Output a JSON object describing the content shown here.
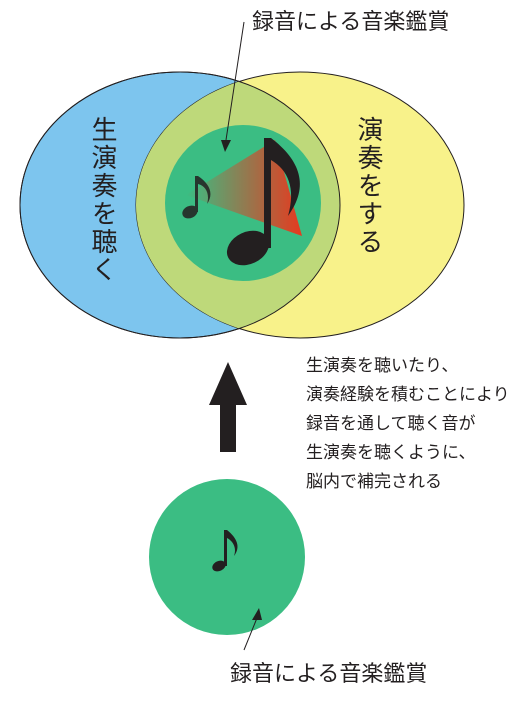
{
  "top_caption": "録音による音楽鑑賞",
  "bottom_caption": "録音による音楽鑑賞",
  "left_circle_label": "生演奏を聴く",
  "right_circle_label": "演奏をする",
  "explanation_lines": [
    "生演奏を聴いたり、",
    "演奏経験を積むことにより",
    "録音を通して聴く音が",
    "生演奏を聴くように、",
    "脳内で補完される"
  ],
  "colors": {
    "left_circle": "#7dc5ee",
    "right_circle": "#f8f28a",
    "overlap": "#bed97a",
    "inner_circle": "#3bbd83",
    "arrow": "#231f20",
    "horn_start": "#3bbd83",
    "horn_end": "#e63a1f",
    "note": "#231f20"
  },
  "icons": {
    "small_note": "music-note-icon",
    "large_note": "music-note-icon",
    "bottom_note": "music-note-icon"
  }
}
